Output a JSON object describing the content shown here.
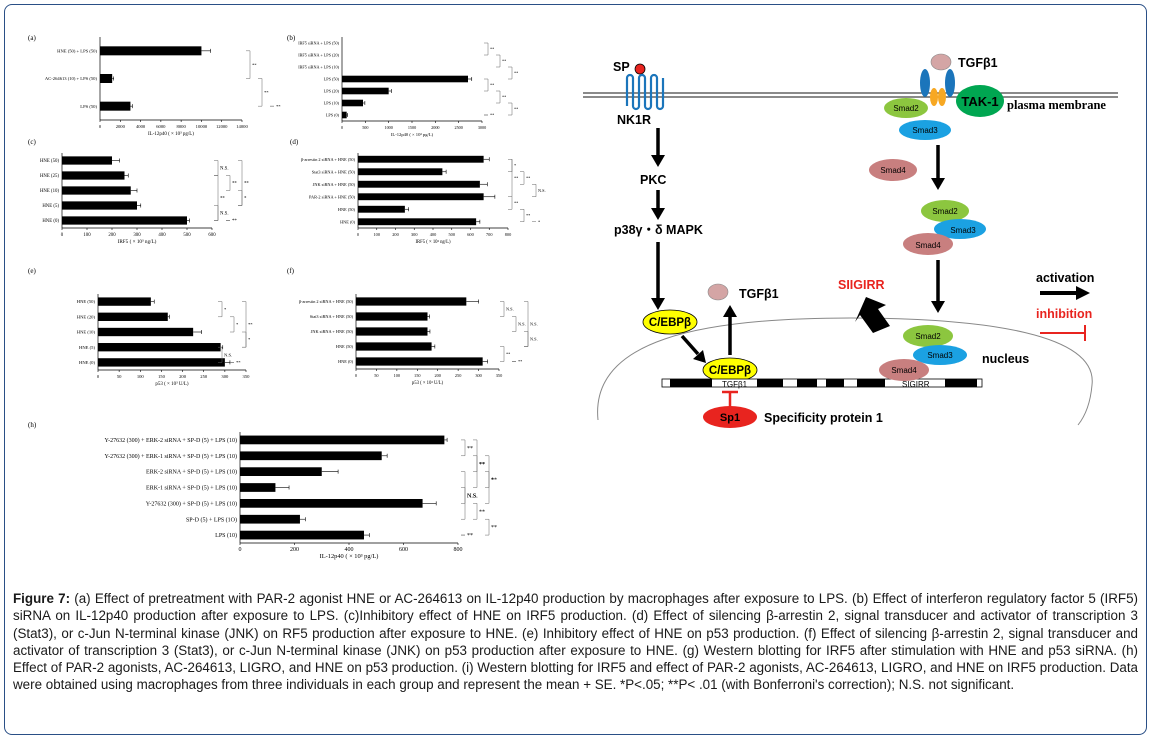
{
  "caption": {
    "label": "Figure 7:",
    "text": "(a) Effect of pretreatment with PAR-2 agonist HNE or AC-264613 on IL-12p40 production by macrophages after exposure to LPS. (b) Effect of interferon regulatory factor 5 (IRF5) siRNA on IL-12p40 production after exposure to LPS. (c)Inhibitory effect of HNE on IRF5 production. (d) Effect of silencing β-arrestin 2, signal transducer and activator of transcription 3 (Stat3), or c-Jun N-terminal kinase (JNK) on RF5 production after exposure to HNE. (e) Inhibitory effect of HNE on p53 production. (f) Effect of silencing β-arrestin 2, signal transducer and activator of transcription 3 (Stat3), or c-Jun N-terminal kinase (JNK) on p53 production after exposure to HNE. (g) Western blotting for IRF5 after stimulation with HNE and p53 siRNA. (h) Effect of PAR-2 agonists, AC-264613, LIGRO, and HNE on p53 production. (i) Western blotting for IRF5 and effect of PAR-2 agonists, AC-264613, LIGRO, and HNE on IRF5 production. Data were obtained using macrophages from three individuals in each group and represent the mean + SE. *P<.05; **P< .01 (with Bonferroni's correction); N.S. not significant."
  },
  "chart_data": [
    {
      "panel": "(a)",
      "type": "bar",
      "orientation": "horizontal",
      "categories": [
        "HNE (50) + LPS (50)",
        "AC-264613 (10) + LPS (50)",
        "LPS (50)"
      ],
      "values": [
        10000,
        1200,
        3000
      ],
      "errors": [
        900,
        150,
        200
      ],
      "xlabel": "IL-12p40 ( × 10³ pg/L)",
      "xticks": [
        "0",
        "2000",
        "4000",
        "6000",
        "8000",
        "10000",
        "12000",
        "14000"
      ],
      "xlim": [
        0,
        14000
      ],
      "significance": [
        "**",
        "**",
        "**"
      ]
    },
    {
      "panel": "(b)",
      "type": "bar",
      "orientation": "horizontal",
      "categories": [
        "IRF5 siRNA + LPS (50)",
        "IRF5 siRNA + LPS (20)",
        "IRF5 siRNA + LPS (10)",
        "LPS (50)",
        "LPS (20)",
        "LPS (10)",
        "LPS (0)"
      ],
      "values": [
        0,
        0,
        0,
        2700,
        1000,
        450,
        100
      ],
      "errors": [
        0,
        0,
        0,
        80,
        60,
        40,
        20
      ],
      "xlabel": "IL-12p40 ( × 10³ pg/L)",
      "xticks": [
        "0",
        "500",
        "1000",
        "1500",
        "2000",
        "2500",
        "3000"
      ],
      "xlim": [
        0,
        3000
      ],
      "significance": [
        "**",
        "**",
        "**",
        "**",
        "**",
        "**",
        "**"
      ]
    },
    {
      "panel": "(c)",
      "type": "bar",
      "orientation": "horizontal",
      "categories": [
        "HNE (50)",
        "HNE (25)",
        "HNE (10)",
        "HNE (5)",
        "HNE (0)"
      ],
      "values": [
        200,
        250,
        275,
        300,
        500
      ],
      "errors": [
        30,
        15,
        25,
        15,
        10
      ],
      "xlabel": "IRF5 ( × 10³ ng/L)",
      "xticks": [
        "0",
        "100",
        "200",
        "300",
        "400",
        "500",
        "600"
      ],
      "xlim": [
        0,
        600
      ],
      "significance": [
        "N.S.",
        "**",
        "*",
        "N.S.",
        "**",
        "**",
        "**"
      ]
    },
    {
      "panel": "(d)",
      "type": "bar",
      "orientation": "horizontal",
      "categories": [
        "β-arrestin 2 siRNA + HNE (50)",
        "Stat3 siRNA + HNE (50)",
        "JNK siRNA + HNE (50)",
        "PAR-2 siRNA + HNE (50)",
        "HNE (50)",
        "HNE (0)"
      ],
      "values": [
        670,
        450,
        650,
        670,
        250,
        630
      ],
      "errors": [
        30,
        20,
        40,
        60,
        20,
        20
      ],
      "xlabel": "IRF5 ( × 10³ ng/L)",
      "xticks": [
        "0",
        "100",
        "200",
        "300",
        "400",
        "500",
        "600",
        "700",
        "800"
      ],
      "xlim": [
        0,
        800
      ],
      "significance": [
        "*",
        "**",
        "N.S.",
        "**",
        "**",
        "*",
        "**"
      ]
    },
    {
      "panel": "(e)",
      "type": "bar",
      "orientation": "horizontal",
      "categories": [
        "HNE (50)",
        "HNE (20)",
        "HNE (10)",
        "HNE (5)",
        "HNE (0)"
      ],
      "values": [
        125,
        165,
        225,
        290,
        300
      ],
      "errors": [
        8,
        4,
        20,
        5,
        12
      ],
      "xlabel": "p53 ( × 10³ U/L)",
      "xticks": [
        "0",
        "50",
        "100",
        "150",
        "200",
        "250",
        "300",
        "350"
      ],
      "xlim": [
        0,
        350
      ],
      "significance": [
        "*",
        "*",
        "*",
        "N.S.",
        "**",
        "**"
      ]
    },
    {
      "panel": "(f)",
      "type": "bar",
      "orientation": "horizontal",
      "categories": [
        "β-arrestin 2 siRNA + HNE (50)",
        "Stat3 siRNA + HNE (50)",
        "JNK siRNA + HNE (50)",
        "HNE (50)",
        "HNE (0)"
      ],
      "values": [
        270,
        175,
        175,
        185,
        310
      ],
      "errors": [
        30,
        5,
        6,
        8,
        12
      ],
      "xlabel": "p53 ( × 10³ U/L)",
      "xticks": [
        "0",
        "50",
        "100",
        "150",
        "200",
        "250",
        "300",
        "350"
      ],
      "xlim": [
        0,
        350
      ],
      "significance": [
        "N.S.",
        "N.S.",
        "N.S.",
        "**",
        "**",
        "N.S."
      ]
    },
    {
      "panel": "(h)",
      "type": "bar",
      "orientation": "horizontal",
      "categories": [
        "Y-27632 (300) + ERK-2 siRNA + SP-D (5) + LPS (10)",
        "Y-27632 (300) + ERK-1 siRNA + SP-D (5) + LPS (10)",
        "ERK-2 siRNA + SP-D (5) + LPS (10)",
        "ERK-1 siRNA + SP-D (5) + LPS (10)",
        "Y-27632 (300) + SP-D (5) + LPS (10)",
        "SP-D (5) + LPS (1O)",
        "LPS (10)"
      ],
      "values": [
        750,
        520,
        300,
        130,
        670,
        220,
        455
      ],
      "errors": [
        10,
        20,
        60,
        50,
        50,
        20,
        20
      ],
      "xlabel": "IL-12p40 ( × 10³ pg/L)",
      "xticks": [
        "0",
        "200",
        "400",
        "600",
        "800"
      ],
      "xlim": [
        0,
        800
      ],
      "significance": [
        "**",
        "**",
        "*",
        "N.S.",
        "**",
        "**",
        "**",
        "**",
        "**",
        "N.S."
      ]
    }
  ],
  "pathway": {
    "sp": "SP",
    "nk1r": "NK1R",
    "pkc": "PKC",
    "p38": "p38γ・δ MAPK",
    "cebpb": "C/EBPβ",
    "tgfb1": "TGFβ1",
    "tgfb1_top": "TGFβ1",
    "tak1": "TAK-1",
    "plasma_membrane": "plasma membrane",
    "smad2": "Smad2",
    "smad3": "Smad3",
    "smad4": "Smad4",
    "sigirr": "SIIGIRR",
    "nucleus": "nucleus",
    "gene_tgfb1": "TGFβ1",
    "gene_sigirr": "SIGIRR",
    "sp1": "Sp1",
    "sp1_label": "Specificity protein 1",
    "activation": "activation",
    "inhibition": "inhibition",
    "colors": {
      "activation": "#000000",
      "inhibition": "#e8241f",
      "cebpb": "#ffff00",
      "smad2": "#8cc63f",
      "smad3": "#1ba1e2",
      "smad4": "#c87f7f",
      "tak1": "#00a651",
      "sp1": "#e8241f"
    }
  }
}
